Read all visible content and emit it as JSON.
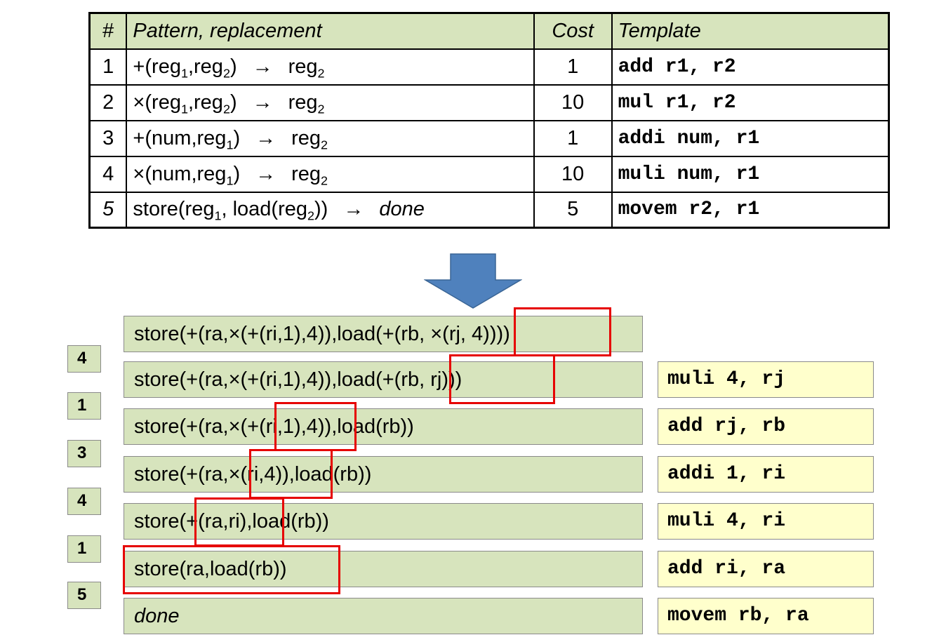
{
  "rules": {
    "header": {
      "num": "#",
      "pattern": "Pattern, replacement",
      "cost": "Cost",
      "template": "Template"
    },
    "arrow": "→",
    "rows": [
      {
        "num": "1",
        "op": "+",
        "a1": "reg",
        "a1s": "1",
        "a2": "reg",
        "a2s": "2",
        "res": "reg",
        "ress": "2",
        "cost": "1",
        "template": "add r1, r2"
      },
      {
        "num": "2",
        "op": "×",
        "a1": "reg",
        "a1s": "1",
        "a2": "reg",
        "a2s": "2",
        "res": "reg",
        "ress": "2",
        "cost": "10",
        "template": "mul r1, r2"
      },
      {
        "num": "3",
        "op": "+",
        "a1": "num",
        "a2": "reg",
        "a2s": "1",
        "res": "reg",
        "ress": "2",
        "cost": "1",
        "template": "addi num, r1"
      },
      {
        "num": "4",
        "op": "×",
        "a1": "num",
        "a2": "reg",
        "a2s": "1",
        "res": "reg",
        "ress": "2",
        "cost": "10",
        "template": "muli num, r1"
      },
      {
        "num": "5",
        "store_text": "store(reg",
        "store_s1": "1",
        "store_mid": ", load(reg",
        "store_s2": "2",
        "store_end": "))",
        "res": "done",
        "cost": "5",
        "template": "movem r2, r1"
      }
    ]
  },
  "steps": [
    {
      "tree": "store(+(ra,×(+(ri,1),4)),load(+(rb, ×(rj, 4))))",
      "rule": "",
      "instr": ""
    },
    {
      "tree": "store(+(ra,×(+(ri,1),4)),load(+(rb, rj)))",
      "rule": "4",
      "instr": "muli 4, rj"
    },
    {
      "tree": "store(+(ra,×(+(ri,1),4)),load(rb))",
      "rule": "1",
      "instr": "add rj, rb"
    },
    {
      "tree": "store(+(ra,×(ri,4)),load(rb))",
      "rule": "3",
      "instr": "addi 1, ri"
    },
    {
      "tree": "store(+(ra,ri),load(rb))",
      "rule": "4",
      "instr": "muli 4, ri"
    },
    {
      "tree": "store(ra,load(rb))",
      "rule": "1",
      "instr": "add ri, ra"
    },
    {
      "tree": "done",
      "rule": "5",
      "instr": "movem rb, ra"
    }
  ],
  "colors": {
    "tree_fill": "#d7e4bd",
    "instr_fill": "#ffffcc",
    "highlight": "#e60000",
    "arrow_fill": "#4f81bd"
  }
}
